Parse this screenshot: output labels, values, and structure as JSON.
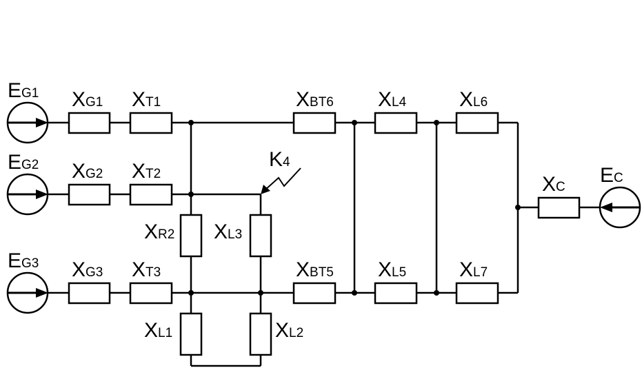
{
  "sources": [
    {
      "id": "eg1",
      "main": "E",
      "sub": "G1"
    },
    {
      "id": "eg2",
      "main": "E",
      "sub": "G2"
    },
    {
      "id": "eg3",
      "main": "E",
      "sub": "G3"
    },
    {
      "id": "ec",
      "main": "E",
      "sub": "C"
    }
  ],
  "reactances": [
    {
      "id": "xg1",
      "main": "X",
      "sub": "G1"
    },
    {
      "id": "xt1",
      "main": "X",
      "sub": "T1"
    },
    {
      "id": "xbt6",
      "main": "X",
      "sub": "BT6"
    },
    {
      "id": "xl4",
      "main": "X",
      "sub": "L4"
    },
    {
      "id": "xl6",
      "main": "X",
      "sub": "L6"
    },
    {
      "id": "xg2",
      "main": "X",
      "sub": "G2"
    },
    {
      "id": "xt2",
      "main": "X",
      "sub": "T2"
    },
    {
      "id": "xc",
      "main": "X",
      "sub": "C"
    },
    {
      "id": "xr2",
      "main": "X",
      "sub": "R2"
    },
    {
      "id": "xl3",
      "main": "X",
      "sub": "L3"
    },
    {
      "id": "xg3",
      "main": "X",
      "sub": "G3"
    },
    {
      "id": "xt3",
      "main": "X",
      "sub": "T3"
    },
    {
      "id": "xbt5",
      "main": "X",
      "sub": "BT5"
    },
    {
      "id": "xl5",
      "main": "X",
      "sub": "L5"
    },
    {
      "id": "xl7",
      "main": "X",
      "sub": "L7"
    },
    {
      "id": "xl1",
      "main": "X",
      "sub": "L1"
    },
    {
      "id": "xl2",
      "main": "X",
      "sub": "L2"
    }
  ],
  "fault": {
    "main": "K",
    "sub": "4"
  },
  "colors": {
    "line": "#000000",
    "background": "#ffffff"
  }
}
